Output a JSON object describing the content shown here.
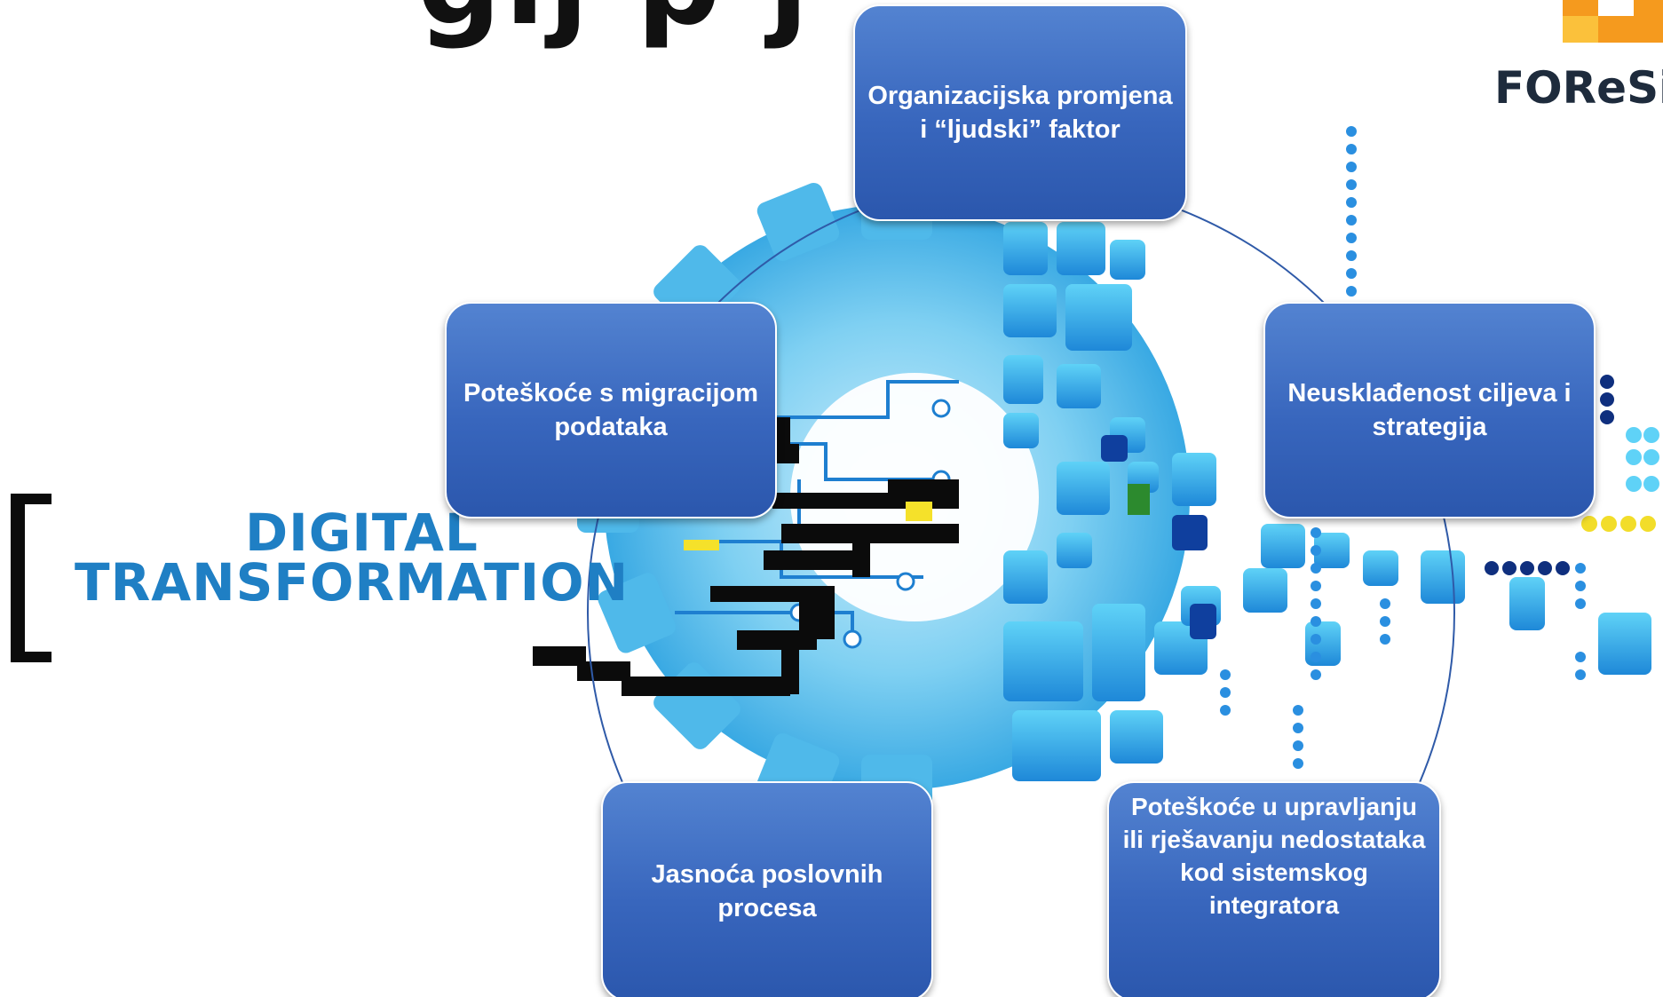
{
  "heading": {
    "fragment": "gij  p        j",
    "logo": "FOReSiG"
  },
  "badge": {
    "line1": "DIGITAL",
    "line2": "TRANSFORMATION"
  },
  "cycle": {
    "nodes": [
      {
        "id": "top",
        "text": "Organizacijska promjena i “ljudski” faktor"
      },
      {
        "id": "right",
        "text": "Neusklađenost ciljeva i strategija"
      },
      {
        "id": "bottom-right",
        "text": "Poteškoće u upravljanju ili rješavanju nedostataka kod sistemskog integratora"
      },
      {
        "id": "bottom-left",
        "text": "Jasnoća poslovnih procesa"
      },
      {
        "id": "left",
        "text": "Poteškoće s migracijom podataka"
      }
    ]
  },
  "colors": {
    "node_fill": "#3866bd",
    "node_text": "#ffffff",
    "cycle_line": "#2f5aa8",
    "accent_blue": "#1f7fc4"
  }
}
